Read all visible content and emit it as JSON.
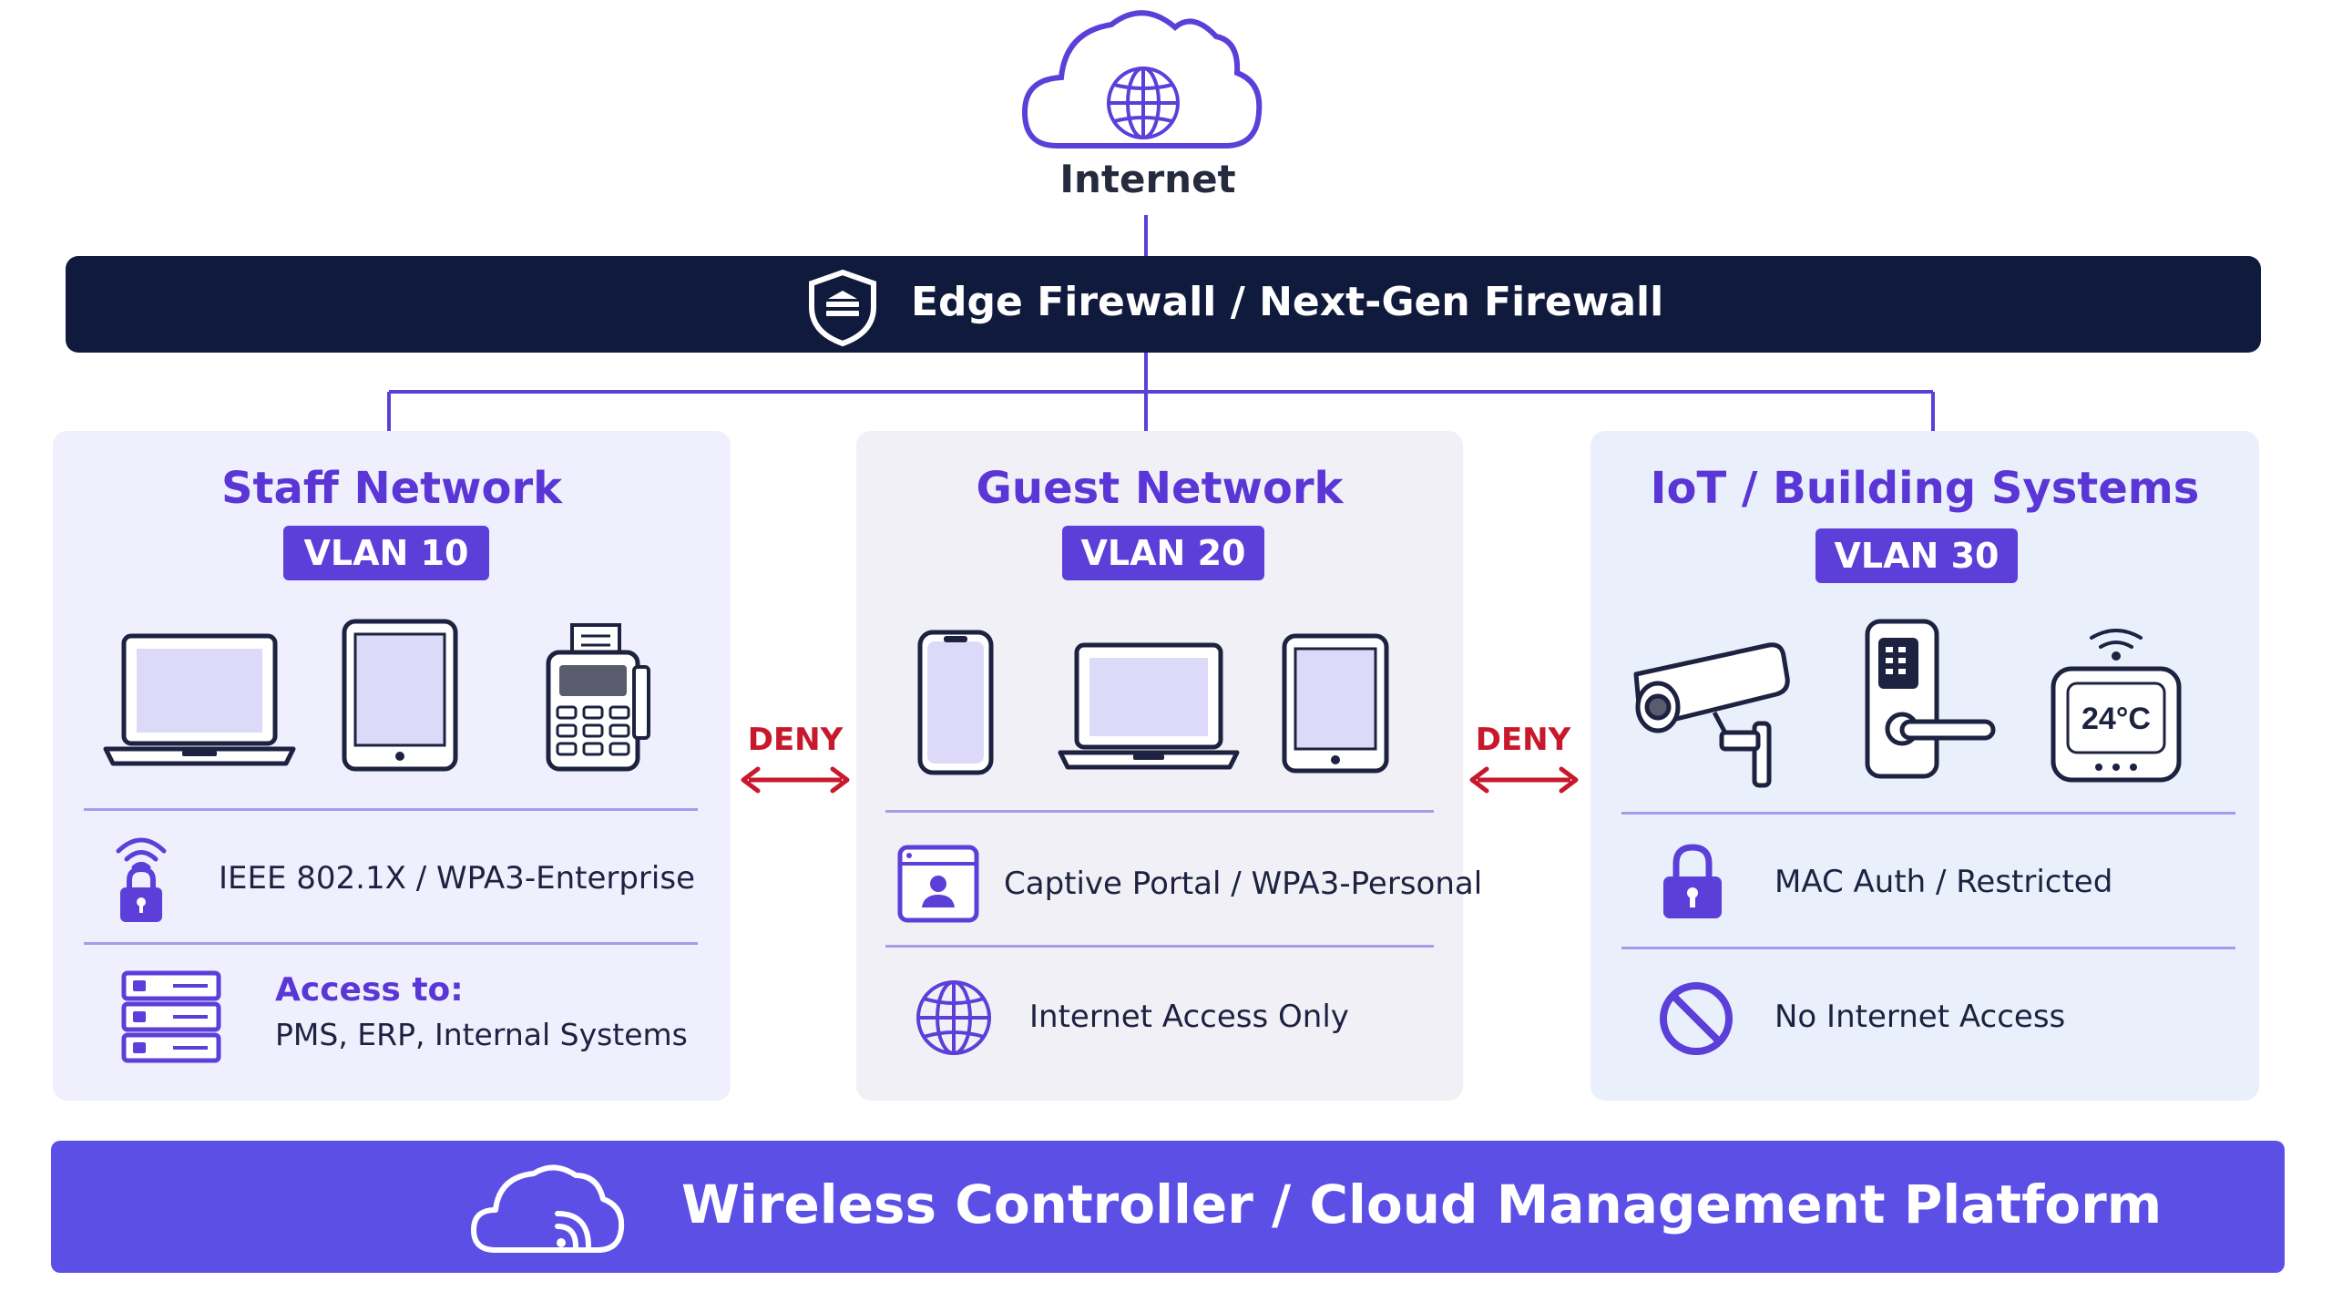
{
  "internet": {
    "label": "Internet"
  },
  "firewall": {
    "label": "Edge Firewall / Next-Gen Firewall"
  },
  "networks": {
    "staff": {
      "title": "Staff Network",
      "vlan": "VLAN 10",
      "auth": "IEEE 802.1X / WPA3-Enterprise",
      "access_title": "Access to:",
      "access_body": "PMS, ERP, Internal Systems"
    },
    "guest": {
      "title": "Guest Network",
      "vlan": "VLAN 20",
      "auth": "Captive Portal / WPA3-Personal",
      "access": "Internet Access Only"
    },
    "iot": {
      "title": "IoT / Building Systems",
      "vlan": "VLAN 30",
      "thermostat_reading": "24°C",
      "auth": "MAC Auth / Restricted",
      "access": "No Internet Access"
    }
  },
  "deny_links": {
    "left": "DENY",
    "right": "DENY"
  },
  "controller": {
    "label": "Wireless Controller / Cloud Management Platform"
  },
  "colors": {
    "accent": "#5b3fd8",
    "firewall": "#0f1a3c",
    "deny": "#c8192c",
    "controller_bar": "#5b4fe6"
  },
  "icons": [
    "globe-cloud-icon",
    "shield-icon",
    "laptop-icon",
    "tablet-icon",
    "payment-terminal-icon",
    "smartphone-icon",
    "security-camera-icon",
    "smart-lock-icon",
    "thermostat-icon",
    "wifi-lock-icon",
    "server-rack-icon",
    "captive-portal-icon",
    "globe-icon",
    "lock-icon",
    "no-entry-icon",
    "cloud-wifi-icon"
  ]
}
